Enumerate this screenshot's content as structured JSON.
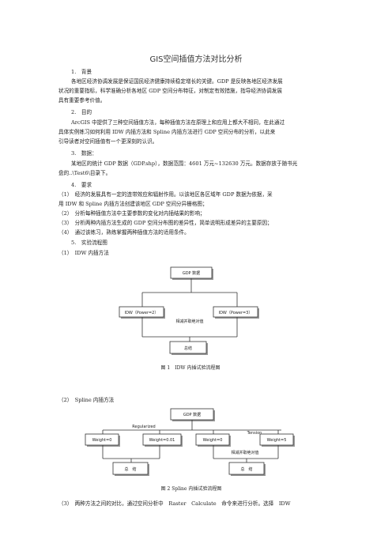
{
  "title": "GIS空间插值方法对比分析",
  "lines": [
    "1.　背景",
    "各地区经济协调发展是保证国民经济健康持续稳定增长的关键。GDP 是反映各地区经济发展",
    "状况的重要指标，科学准确分析各地区 GDP 空间分布特征，对制定有效措施，指导经济协调发展",
    "具有重要参考价值。",
    "2.　目的",
    "ArcGIS 中提供了三种空间插值方法，每种插值方法在原理上和应用上都大不相同，在此通过",
    "具体实例练习如何利用 IDW 内插方法和 Spline 内插方法进行 GDP 空间分布的分析，以此来",
    "引导读者对空间插值有一个更深刻的认识。",
    "3.　数据：",
    "某地区的统计 GDP 数据（GDP.shp），数据范围：4601 万元~132630 万元。数据存放于随书光",
    "盘的..\\Test6\\目录下。",
    "4.　要求",
    "（1）　经济的发展具有一定的连带效应和辐射作用。以该地区各区域年 GDP 数据为依据，采",
    "用 IDW 和 Spline 内插方法创建该地区 GDP 空间分异栅格图；",
    "（2）　分析每种插值方法中主要参数的变化对内插结果的影响；",
    "（3）　分析两种内插方法生成的 GDP 空间分布图的差异性，简单说明形成差异的主要原因；",
    "（4）　通过该练习，熟练掌握两种插值方法的适用条件。",
    "5.　实验流程图",
    "（1）　IDW 内插方法"
  ],
  "idw_flow": {
    "top": "GDP 数据",
    "left": "IDW（Power=2）",
    "right": "IDW（Power=3）",
    "middle": "相减并取绝对值",
    "bottom": "总结",
    "caption": "图 1　IDW 内插试验流程图"
  },
  "spline_heading": "（2）　Spline 内插方法",
  "spline_flow": {
    "top": "GDP 数据",
    "branch_left": "Regularized",
    "branch_right": "Tension",
    "boxes": [
      "Weight=0",
      "Weight=0.01",
      "Weight=0",
      "Weight=5"
    ],
    "middle": "相减并取绝对值",
    "bottom_left": "总　结",
    "bottom_right": "总　结",
    "caption": "图 2 Spline 内插试验流程图"
  },
  "last_line": "（3）　两种方法之间的对比，通过空间分析中　Raster　Calculate　命令来进行分析。选择　IDW"
}
